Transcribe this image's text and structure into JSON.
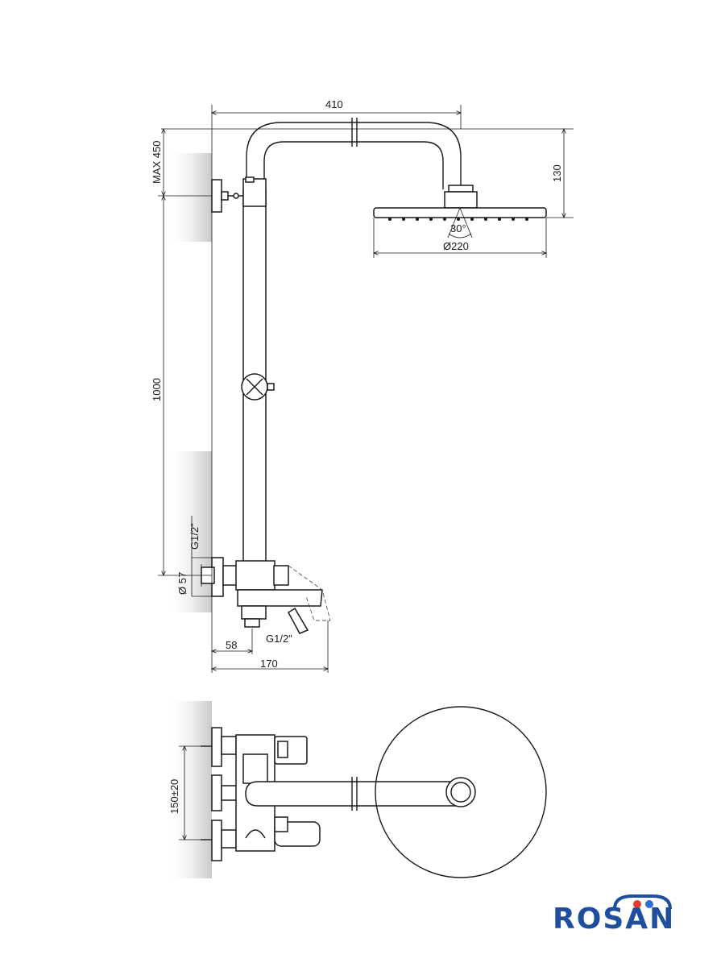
{
  "dimensions": {
    "width_top": "410",
    "max_height": "MAX 450",
    "head_height": "130",
    "head_diameter": "Ø220",
    "spray_angle": "30°",
    "rail_height": "1000",
    "inlet_thread_top": "G1/2\"",
    "flange_diameter": "Ø 57",
    "outlet_thread": "G1/2\"",
    "offset_58": "58",
    "depth_170": "170",
    "center_distance": "150±20"
  },
  "brand": {
    "name": "ROSAN",
    "color_text": "#1f4e9c",
    "color_red": "#e23b2e",
    "color_blue": "#2a6fd1"
  }
}
